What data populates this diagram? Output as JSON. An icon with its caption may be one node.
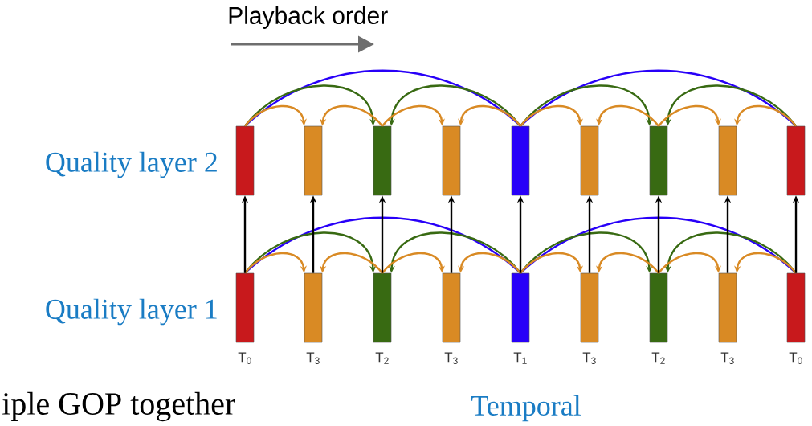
{
  "diagram": {
    "nodes": [
      {
        "text": [],
        "shape": "bar"
      },
      {
        "text": [],
        "shape": "bar"
      },
      {
        "text": [],
        "shape": "bar"
      },
      {
        "text": [],
        "shape": "bar"
      },
      {
        "text": [],
        "shape": "bar"
      },
      {
        "text": [],
        "shape": "bar"
      },
      {
        "text": [],
        "shape": "bar"
      },
      {
        "text": [],
        "shape": "bar"
      },
      {
        "text": [],
        "shape": "bar"
      },
      {
        "text": [],
        "shape": "bar",
        "beside": [
          "T$_{0}$"
        ]
      },
      {
        "text": [],
        "shape": "bar",
        "beside": [
          "T$_{3}$"
        ]
      },
      {
        "text": [],
        "shape": "bar",
        "beside": [
          "T$_{2}$"
        ]
      },
      {
        "text": [],
        "shape": "bar",
        "beside": [
          "T$_{3}$"
        ]
      },
      {
        "text": [],
        "shape": "bar",
        "beside": [
          "T$_{1}$"
        ]
      },
      {
        "text": [],
        "shape": "bar",
        "beside": [
          "T$_{3}$"
        ]
      },
      {
        "text": [],
        "shape": "bar",
        "beside": [
          "T$_{2}$"
        ]
      },
      {
        "text": [],
        "shape": "bar",
        "beside": [
          "T$_{3}$"
        ]
      },
      {
        "text": [],
        "shape": "bar",
        "beside": [
          "T$_{0}$"
        ]
      }
    ],
    "edges": [
      {
        "from": 0,
        "to": 4,
        "arrow": "none",
        "color": "#2800f8"
      },
      {
        "from": 8,
        "to": 4,
        "arrow": "none",
        "color": "#2800f8"
      },
      {
        "from": 0,
        "to": 2,
        "arrow": "to",
        "color": "#386a12"
      },
      {
        "from": 4,
        "to": 2,
        "arrow": "to",
        "color": "#386a12"
      },
      {
        "from": 4,
        "to": 6,
        "arrow": "to",
        "color": "#386a12"
      },
      {
        "from": 8,
        "to": 6,
        "arrow": "to",
        "color": "#386a12"
      },
      {
        "from": 0,
        "to": 1,
        "arrow": "to",
        "color": "#d98a24"
      },
      {
        "from": 2,
        "to": 1,
        "arrow": "to",
        "color": "#d98a24"
      },
      {
        "from": 2,
        "to": 3,
        "arrow": "to",
        "color": "#d98a24"
      },
      {
        "from": 4,
        "to": 3,
        "arrow": "to",
        "color": "#d98a24"
      },
      {
        "from": 4,
        "to": 5,
        "arrow": "to",
        "color": "#d98a24"
      },
      {
        "from": 6,
        "to": 5,
        "arrow": "to",
        "color": "#d98a24"
      },
      {
        "from": 6,
        "to": 7,
        "arrow": "to",
        "color": "#d98a24"
      },
      {
        "from": 8,
        "to": 7,
        "arrow": "to",
        "color": "#d98a24"
      },
      {
        "from": 9,
        "to": 13,
        "arrow": "none",
        "color": "#2800f8"
      },
      {
        "from": 17,
        "to": 13,
        "arrow": "none",
        "color": "#2800f8"
      },
      {
        "from": 9,
        "to": 11,
        "arrow": "to",
        "color": "#386a12"
      },
      {
        "from": 13,
        "to": 11,
        "arrow": "to",
        "color": "#386a12"
      },
      {
        "from": 13,
        "to": 15,
        "arrow": "to",
        "color": "#386a12"
      },
      {
        "from": 17,
        "to": 15,
        "arrow": "to",
        "color": "#386a12"
      },
      {
        "from": 9,
        "to": 10,
        "arrow": "to",
        "color": "#d98a24"
      },
      {
        "from": 11,
        "to": 10,
        "arrow": "to",
        "color": "#d98a24"
      },
      {
        "from": 11,
        "to": 12,
        "arrow": "to",
        "color": "#d98a24"
      },
      {
        "from": 13,
        "to": 12,
        "arrow": "to",
        "color": "#d98a24"
      },
      {
        "from": 13,
        "to": 14,
        "arrow": "to",
        "color": "#d98a24"
      },
      {
        "from": 15,
        "to": 14,
        "arrow": "to",
        "color": "#d98a24"
      },
      {
        "from": 15,
        "to": 16,
        "arrow": "to",
        "color": "#d98a24"
      },
      {
        "from": 17,
        "to": 16,
        "arrow": "to",
        "color": "#d98a24"
      },
      {
        "from": 9,
        "to": 0,
        "arrow": "to",
        "color": "#000000"
      },
      {
        "from": 10,
        "to": 1,
        "arrow": "to",
        "color": "#000000"
      },
      {
        "from": 11,
        "to": 2,
        "arrow": "to",
        "color": "#000000"
      },
      {
        "from": 12,
        "to": 3,
        "arrow": "to",
        "color": "#000000"
      },
      {
        "from": 13,
        "to": 4,
        "arrow": "to",
        "color": "#000000"
      },
      {
        "from": 14,
        "to": 5,
        "arrow": "to",
        "color": "#000000"
      },
      {
        "from": 15,
        "to": 6,
        "arrow": "to",
        "color": "#000000"
      },
      {
        "from": 16,
        "to": 7,
        "arrow": "to",
        "color": "#000000"
      },
      {
        "from": 17,
        "to": 8,
        "arrow": "to",
        "color": "#000000"
      }
    ],
    "labels": [
      "Playback order",
      "Quality layer 2",
      "Quality layer 1",
      "Temporal",
      "iple GOP together"
    ]
  }
}
